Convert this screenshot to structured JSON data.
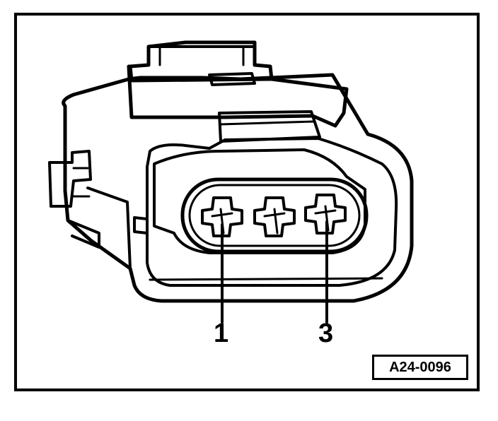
{
  "figure": {
    "reference_code": "A24-0096",
    "pin_labels": [
      "1",
      "3"
    ],
    "subject": "connector-3-pin"
  },
  "colors": {
    "ink": "#000000",
    "paper": "#ffffff"
  }
}
